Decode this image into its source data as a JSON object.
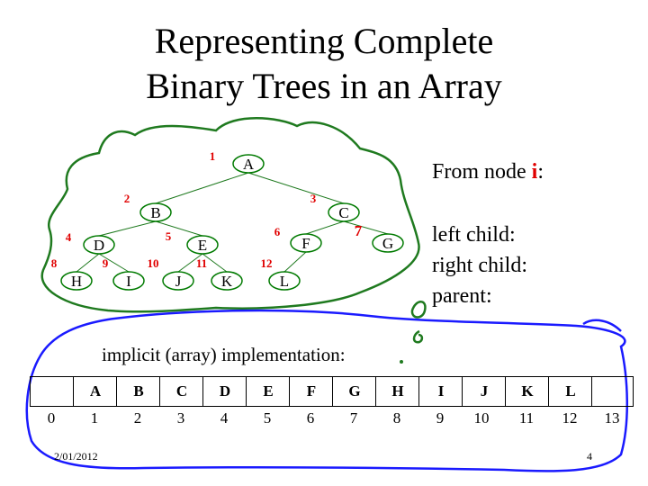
{
  "title": [
    "Representing Complete",
    "Binary Trees in an Array"
  ],
  "tree": {
    "nodes": [
      {
        "label": "A",
        "index": "1"
      },
      {
        "label": "B",
        "index": "2"
      },
      {
        "label": "C",
        "index": "3"
      },
      {
        "label": "D",
        "index": "4"
      },
      {
        "label": "E",
        "index": "5"
      },
      {
        "label": "F",
        "index": "6"
      },
      {
        "label": "G",
        "index": "7"
      },
      {
        "label": "H",
        "index": "8"
      },
      {
        "label": "I",
        "index": "9"
      },
      {
        "label": "J",
        "index": "10"
      },
      {
        "label": "K",
        "index": "11"
      },
      {
        "label": "L",
        "index": "12"
      }
    ]
  },
  "side": {
    "from_prefix": "From node ",
    "from_var": "i",
    "from_suffix": ":",
    "left": "left child:",
    "right": "right child:",
    "parent": "parent:"
  },
  "implicit_label": "implicit (array) implementation:",
  "array": {
    "cells": [
      "",
      "A",
      "B",
      "C",
      "D",
      "E",
      "F",
      "G",
      "H",
      "I",
      "J",
      "K",
      "L",
      ""
    ],
    "indices": [
      "0",
      "1",
      "2",
      "3",
      "4",
      "5",
      "6",
      "7",
      "8",
      "9",
      "10",
      "11",
      "12",
      "13"
    ]
  },
  "footer": {
    "date": "2/01/2012",
    "page": "4"
  },
  "colors": {
    "node_outline": "#007a00",
    "index_red": "#e00000",
    "annotation_green": "#1f7a1f",
    "annotation_blue": "#1a1aff"
  }
}
